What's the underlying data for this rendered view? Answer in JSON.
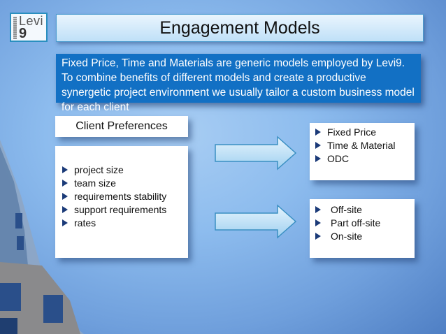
{
  "logo": {
    "brand_text": "Levi",
    "brand_number": "9"
  },
  "title": "Engagement Models",
  "intro": "Fixed Price, Time and Materials are generic models employed by Levi9. To combine benefits of different models and create a productive synergetic project environment we usually tailor a custom business model for each client",
  "client_preferences": {
    "heading": "Client Preferences",
    "items": [
      "project size",
      "team size",
      "requirements stability",
      "support requirements",
      "rates"
    ]
  },
  "pricing_models": {
    "items": [
      "Fixed Price",
      "Time & Material",
      "ODC"
    ]
  },
  "location_models": {
    "items": [
      "Off-site",
      "Part off-site",
      "On-site"
    ]
  },
  "colors": {
    "intro_bg": "#1270c4",
    "bullet": "#1b3a78",
    "title_border": "#4a9bcf"
  }
}
